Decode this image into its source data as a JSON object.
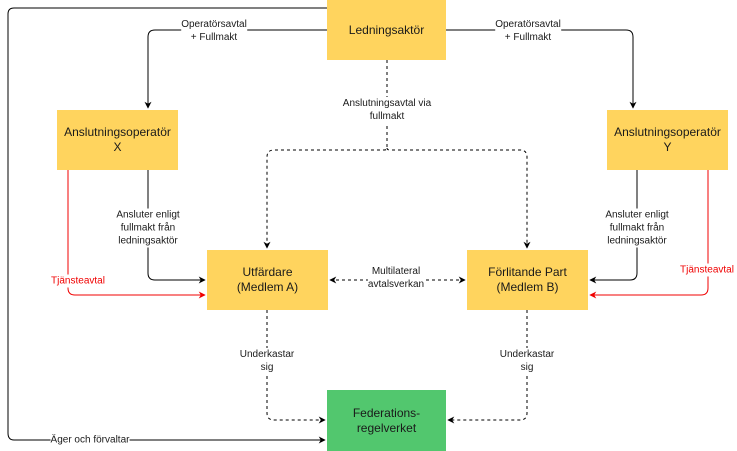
{
  "colors": {
    "node_yellow": "#ffd45e",
    "node_green": "#52c76e",
    "edge_black": "#000000",
    "edge_red": "#f00000"
  },
  "nodes": {
    "ledningsaktor": "Ledningsaktör",
    "operator_x_line1": "Anslutningsoperatör",
    "operator_x_line2": "X",
    "operator_y": "Anslutningsoperatör Y",
    "utfardare_line1": "Utfärdare",
    "utfardare_line2": "(Medlem A)",
    "forlitande_line1": "Förlitande Part",
    "forlitande_line2": "(Medlem B)",
    "federation_line1": "Federations-",
    "federation_line2": "regelverket"
  },
  "edges": {
    "operator_agreement_left_line1": "Operatörsavtal",
    "operator_agreement_left_line2": "+ Fullmakt",
    "operator_agreement_right_line1": "Operatörsavtal",
    "operator_agreement_right_line2": "+ Fullmakt",
    "connection_agreement_line1": "Anslutningsavtal via",
    "connection_agreement_line2": "fullmakt",
    "connects_left_line1": "Ansluter enligt",
    "connects_left_line2": "fullmakt från",
    "connects_left_line3": "ledningsaktör",
    "connects_right_line1": "Ansluter enligt",
    "connects_right_line2": "fullmakt från",
    "connects_right_line3": "ledningsaktör",
    "service_agreement_left": "Tjänsteavtal",
    "service_agreement_right": "Tjänsteavtal",
    "multilateral_line1": "Multilateral",
    "multilateral_line2": "avtalsverkan",
    "submits_left_line1": "Underkastar",
    "submits_left_line2": "sig",
    "submits_right_line1": "Underkastar",
    "submits_right_line2": "sig",
    "owns_manages": "Äger och förvaltar"
  }
}
